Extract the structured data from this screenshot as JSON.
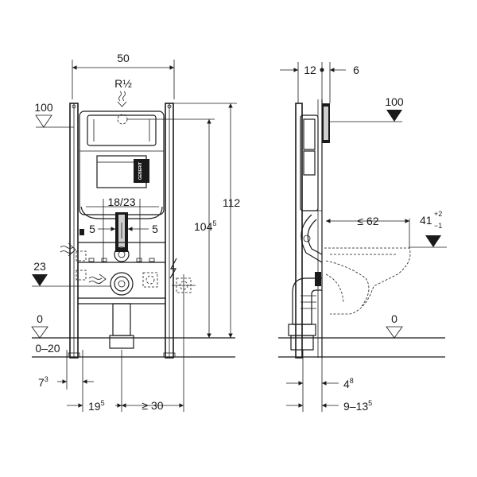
{
  "front_view": {
    "width_label": "50",
    "thread_label": "R½",
    "level_100_label": "100",
    "height_112_label": "112",
    "height_104_main": "104",
    "height_104_sup": "5",
    "spacing_label": "18/23",
    "offset_left_label": "5",
    "offset_right_label": "5",
    "level_23_label": "23",
    "level_0_label": "0",
    "range_label": "0–20",
    "bottom_left_main": "7",
    "bottom_left_sup": "3",
    "bottom_mid_main": "19",
    "bottom_mid_sup": "5",
    "bottom_right_label": "≥ 30",
    "brand_label": "GEBERIT"
  },
  "side_view": {
    "top_left_label": "12",
    "top_right_label": "6",
    "level_100_label": "100",
    "projection_label": "≤ 62",
    "height_41_main": "41",
    "height_41_tol_plus": "+2",
    "height_41_tol_minus": "−1",
    "level_0_label": "0",
    "bottom_a_main": "4",
    "bottom_a_sup": "8",
    "bottom_b_main": "9–13",
    "bottom_b_sup": "5"
  }
}
